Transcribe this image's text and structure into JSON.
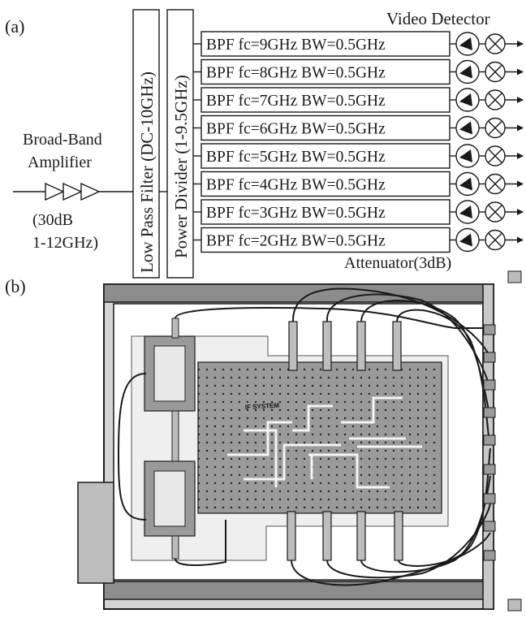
{
  "panel_a": {
    "label": "(a)",
    "amplifier": {
      "name_line1": "Broad-Band",
      "name_line2": "Amplifier",
      "spec_line1": "(30dB",
      "spec_line2": "1-12GHz)"
    },
    "low_pass_filter": "Low Pass Filter (DC-10GHz)",
    "power_divider": "Power Divider (1-9.5GHz)",
    "video_detector": "Video Detector",
    "attenuator": "Attenuator(3dB)",
    "bpf_channels": [
      "BPF fc=9GHz BW=0.5GHz",
      "BPF fc=8GHz BW=0.5GHz",
      "BPF fc=7GHz BW=0.5GHz",
      "BPF fc=6GHz BW=0.5GHz",
      "BPF fc=5GHz BW=0.5GHz",
      "BPF fc=4GHz BW=0.5GHz",
      "BPF fc=3GHz BW=0.5GHz",
      "BPF fc=2GHz BW=0.5GHz"
    ]
  },
  "panel_b": {
    "label": "(b)",
    "board_title": "IF SYSTEM",
    "photo_description_icon": "hardware-photo"
  }
}
